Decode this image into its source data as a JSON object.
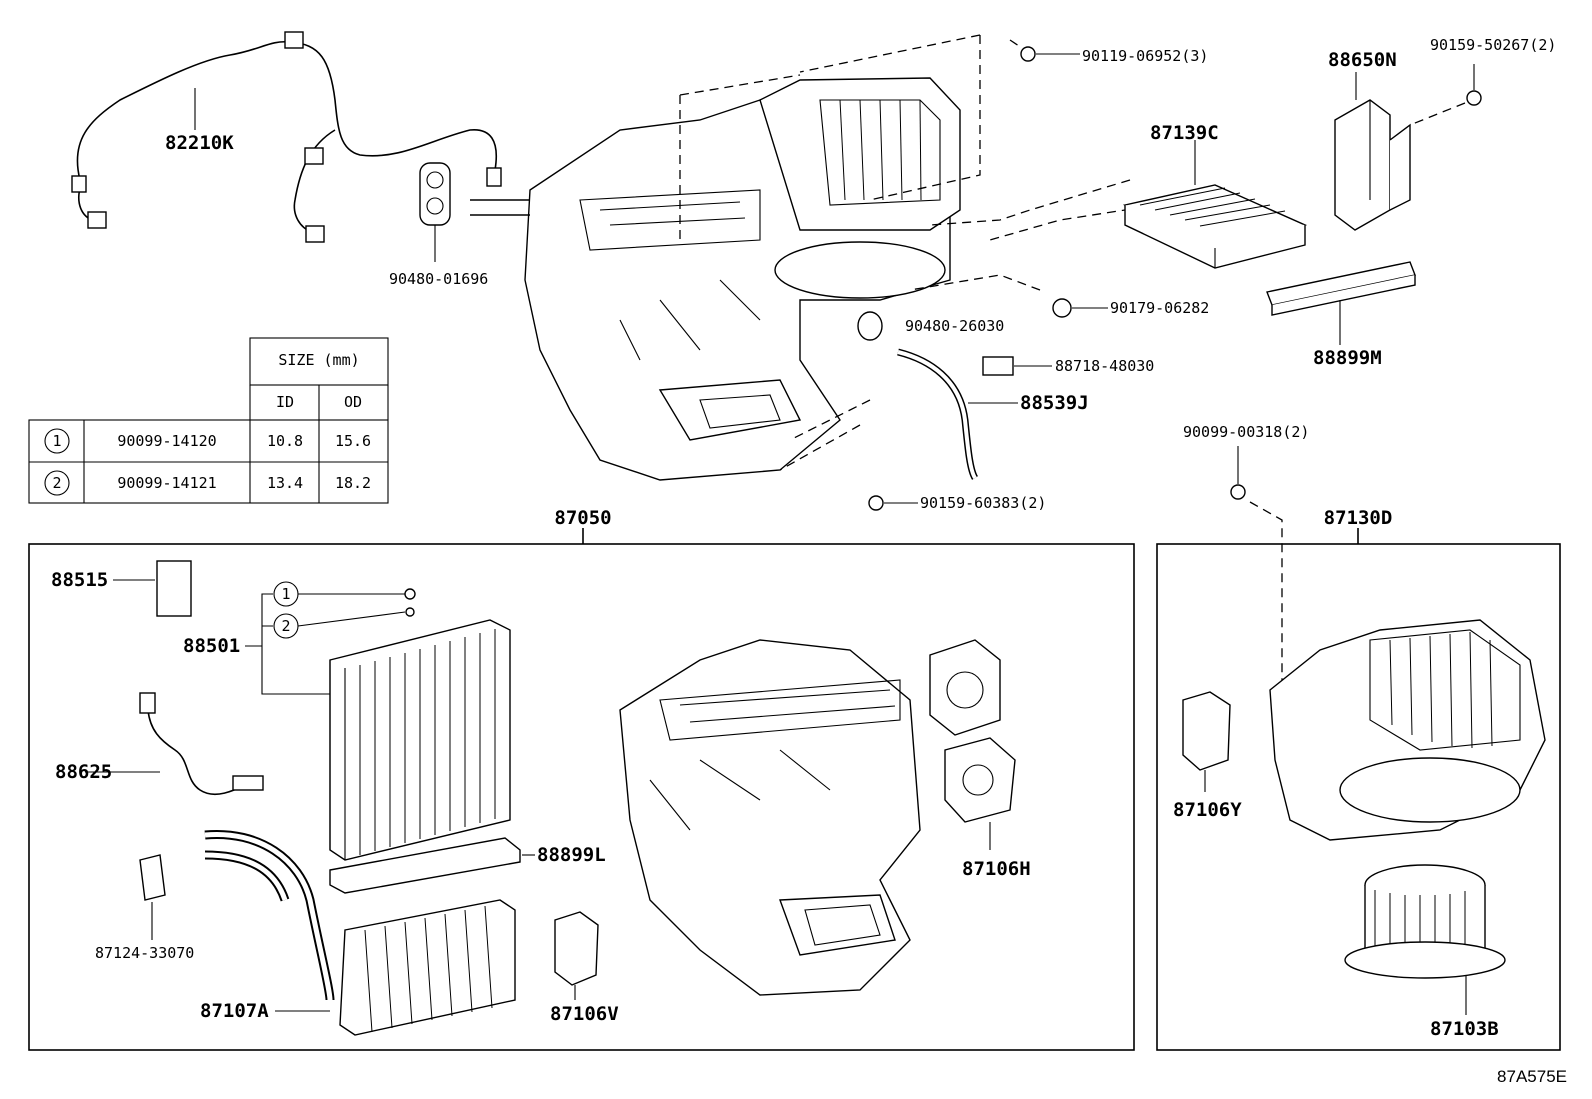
{
  "diagram_code": "87A575E",
  "size_table": {
    "header": "SIZE (mm)",
    "col_id": "ID",
    "col_od": "OD",
    "rows": [
      {
        "mark": "1",
        "part": "90099-14120",
        "id": "10.8",
        "od": "15.6"
      },
      {
        "mark": "2",
        "part": "90099-14121",
        "id": "13.4",
        "od": "18.2"
      }
    ]
  },
  "labels": {
    "p82210K": "82210K",
    "p90480_01696": "90480-01696",
    "p90119_06952": "90119-06952(3)",
    "p88650N": "88650N",
    "p90159_50267": "90159-50267(2)",
    "p87139C": "87139C",
    "p90179_06282": "90179-06282",
    "p90480_26030": "90480-26030",
    "p88718_48030": "88718-48030",
    "p88899M": "88899M",
    "p88539J": "88539J",
    "p90099_00318": "90099-00318(2)",
    "p90159_60383": "90159-60383(2)",
    "p87050": "87050",
    "p87130D": "87130D",
    "p88515": "88515",
    "p88501": "88501",
    "mark1": "1",
    "mark2": "2",
    "p88625": "88625",
    "p88899L": "88899L",
    "p87124_33070": "87124-33070",
    "p87107A": "87107A",
    "p87106V": "87106V",
    "p87106H": "87106H",
    "p87106Y": "87106Y",
    "p87103B": "87103B"
  }
}
